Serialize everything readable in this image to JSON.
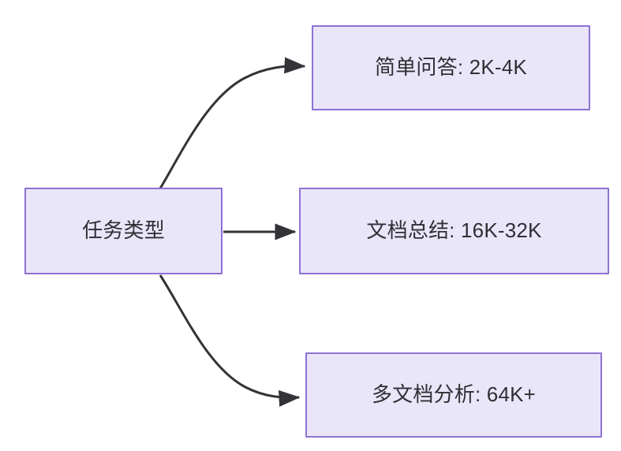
{
  "diagram": {
    "type": "flowchart",
    "orientation": "left-to-right",
    "colors": {
      "node_fill": "#e9e6f9",
      "node_border": "#8d72d4",
      "node_text": "#2f2f34",
      "edge_stroke": "#333338",
      "canvas_background": "#ffffff"
    },
    "nodes": [
      {
        "id": "root",
        "label": "任务类型"
      },
      {
        "id": "simple_qa",
        "label": "简单问答: 2K-4K"
      },
      {
        "id": "doc_summary",
        "label": "文档总结: 16K-32K"
      },
      {
        "id": "multi_doc",
        "label": "多文档分析: 64K+"
      }
    ],
    "edges": [
      {
        "from": "root",
        "to": "simple_qa",
        "label": "",
        "style": "curved-arrow"
      },
      {
        "from": "root",
        "to": "doc_summary",
        "label": "",
        "style": "straight-arrow"
      },
      {
        "from": "root",
        "to": "multi_doc",
        "label": "",
        "style": "curved-arrow"
      }
    ]
  }
}
